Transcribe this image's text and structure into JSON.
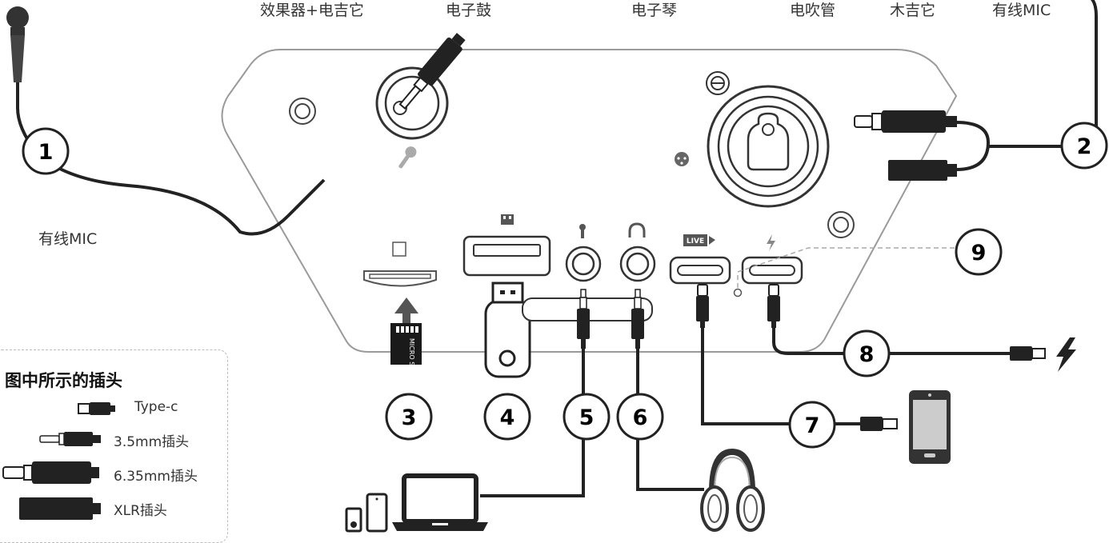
{
  "top_labels": {
    "effects_guitar": "效果器+电吉它",
    "drums": "电子鼓",
    "keyboard": "电子琴",
    "wind": "电吹管",
    "acoustic": "木吉它",
    "wired_mic_top": "有线MIC"
  },
  "wired_mic_left": "有线MIC",
  "legend": {
    "title": "图中所示的插头",
    "items": [
      "Type-c",
      "3.5mm插头",
      "6.35mm插头",
      "XLR插头"
    ]
  },
  "port_badges": {
    "live": "LIVE"
  },
  "sd_card_text": "MICRO SD",
  "callouts": [
    "1",
    "2",
    "3",
    "4",
    "5",
    "6",
    "7",
    "8",
    "9"
  ]
}
